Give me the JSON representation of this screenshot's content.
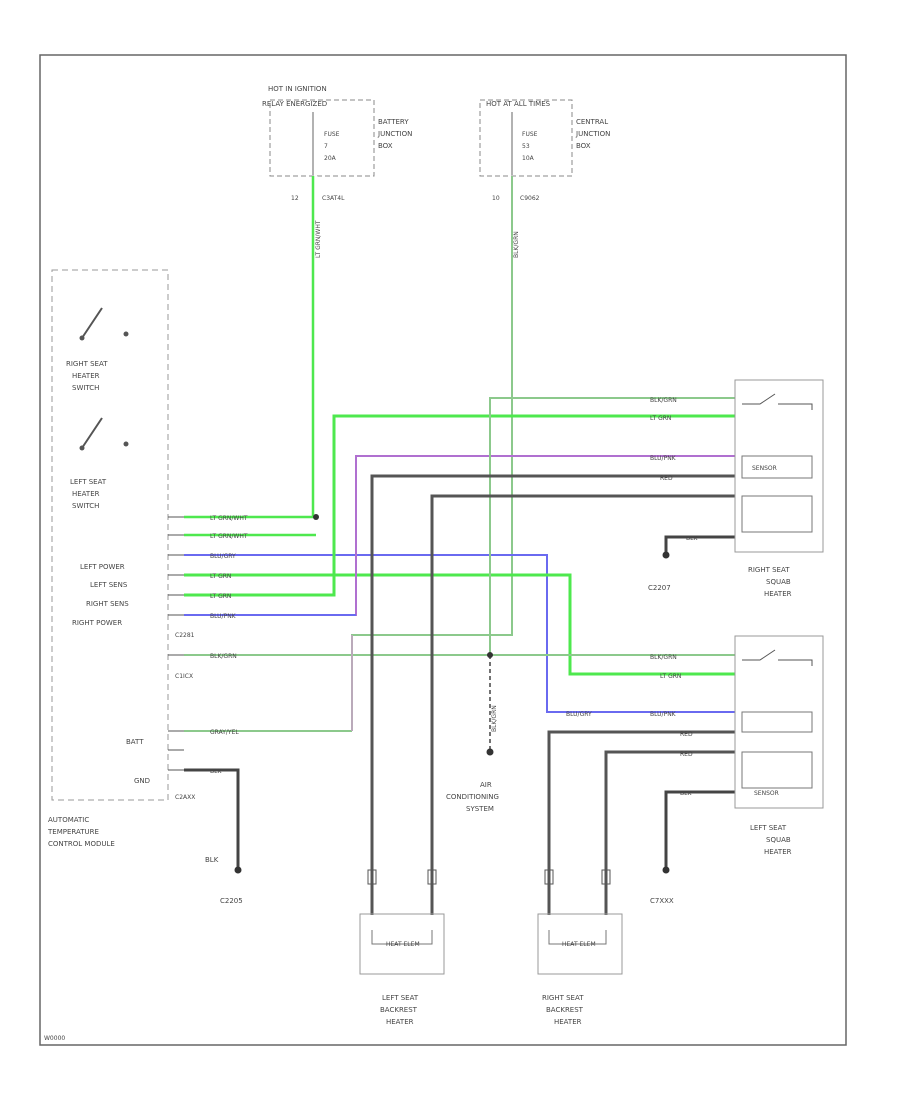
{
  "fuses": {
    "left": {
      "header1": "HOT IN IGNITION",
      "header2": "RELAY ENERGIZED",
      "box1": "BATTERY",
      "box2": "JUNCTION",
      "box3": "BOX",
      "fuse1": "FUSE",
      "fuse2": "7",
      "fuse3": "20A",
      "pin": "12",
      "conn": "C3AT4L"
    },
    "right": {
      "header1": "HOT AT ALL TIMES",
      "box1": "CENTRAL",
      "box2": "JUNCTION",
      "box3": "BOX",
      "fuse1": "FUSE",
      "fuse2": "53",
      "fuse3": "10A",
      "pin": "10",
      "conn": "C9062"
    }
  },
  "module": {
    "switch1_l1": "RIGHT SEAT",
    "switch1_l2": "HEATER",
    "switch1_l3": "SWITCH",
    "switch2_l1": "LEFT SEAT",
    "switch2_l2": "HEATER",
    "switch2_l3": "SWITCH",
    "pin_left_power": "LEFT POWER",
    "pin_left_sens": "LEFT SENS",
    "pin_right_sens": "RIGHT SENS",
    "pin_right_power": "RIGHT POWER",
    "pin_batt": "BATT",
    "pin_gnd": "GND",
    "name1": "AUTOMATIC",
    "name2": "TEMPERATURE",
    "name3": "CONTROL MODULE",
    "conn1": "C2281",
    "conn2": "C1ICX",
    "conn3": "C2AXX"
  },
  "wires": {
    "w1": "LT GRN/WHT",
    "w2": "LT GRN/WHT",
    "w3": "BLU/GRY",
    "w4": "LT GRN",
    "w5": "LT GRN",
    "w6": "BLU/PNK",
    "w7": "BLK/GRN",
    "w8": "GRAY/YEL",
    "w9": "BLK",
    "rs1": "BLK/GRN",
    "rs2": "LT GRN",
    "rs3": "BLU/PNK",
    "rs4": "RED",
    "rs5": "BLK",
    "ls1": "BLK/GRN",
    "ls2": "LT GRN",
    "ls3a": "BLU/GRY",
    "ls3b": "BLU/PNK",
    "ls4": "RED",
    "ls5": "RED",
    "ls6": "BLK",
    "ac_wire": "BLK/GRN",
    "v1": "LT GRN/WHT",
    "v2": "BLK/GRN"
  },
  "grounds": {
    "g1": "C2207",
    "g2": "C2205",
    "g3": "C7XXX",
    "blk": "BLK"
  },
  "components": {
    "rs_l1": "RIGHT SEAT",
    "rs_l2": "SQUAB",
    "rs_l3": "HEATER",
    "rs_inner": "SENSOR",
    "ls_l1": "LEFT SEAT",
    "ls_l2": "SQUAB",
    "ls_l3": "HEATER",
    "ls_inner": "SENSOR",
    "ac_l1": "AIR",
    "ac_l2": "CONDITIONING",
    "ac_l3": "SYSTEM",
    "lb_l1": "LEFT SEAT",
    "lb_l2": "BACKREST",
    "lb_l3": "HEATER",
    "rb_l1": "RIGHT SEAT",
    "rb_l2": "BACKREST",
    "rb_l3": "HEATER",
    "heat_elem": "HEAT ELEM"
  },
  "footer": {
    "code": "W0000"
  },
  "colors": {
    "lt_grn": "#4ee84e",
    "blu": "#6a6af0",
    "purple": "#b070d0",
    "blk_grn": "#8cc98c",
    "pnk": "#c9a0c9",
    "blk": "#444444",
    "red": "#555555"
  }
}
